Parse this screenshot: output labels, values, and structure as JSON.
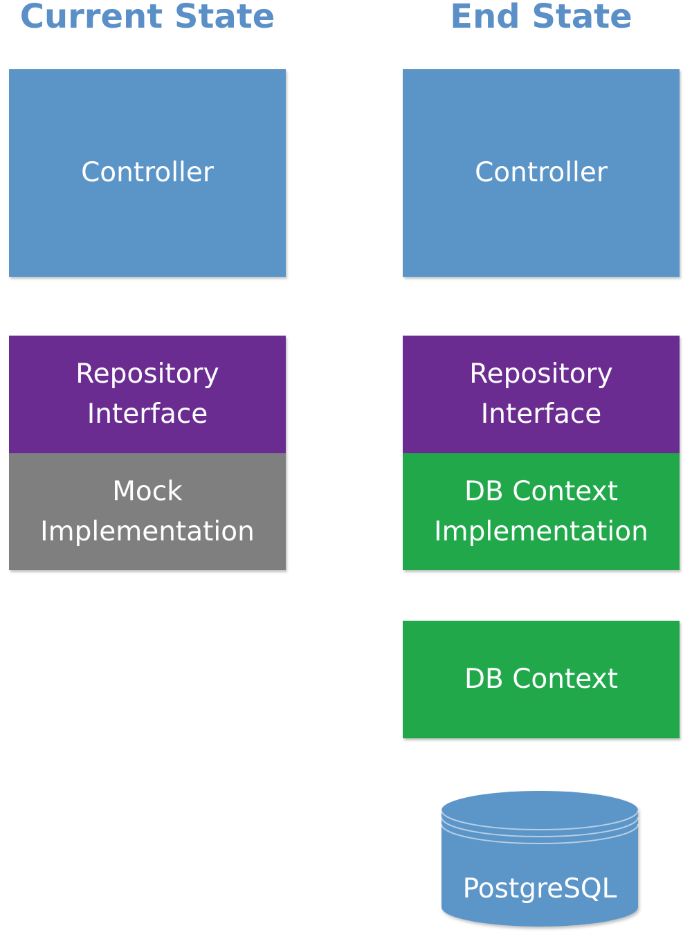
{
  "columns": {
    "current": {
      "title": "Current State",
      "controller": "Controller",
      "repository_interface": [
        "Repository",
        "Interface"
      ],
      "implementation": [
        "Mock",
        "Implementation"
      ]
    },
    "end": {
      "title": "End State",
      "controller": "Controller",
      "repository_interface": [
        "Repository",
        "Interface"
      ],
      "implementation": [
        "DB Context",
        "Implementation"
      ],
      "db_context": "DB Context",
      "database": "PostgreSQL"
    }
  },
  "colors": {
    "heading": "#5b8fc7",
    "controller": "#5b95c8",
    "repository_interface": "#6b2c91",
    "mock_implementation": "#7f7f7f",
    "db_green": "#20a84b",
    "database": "#5b95c8"
  }
}
